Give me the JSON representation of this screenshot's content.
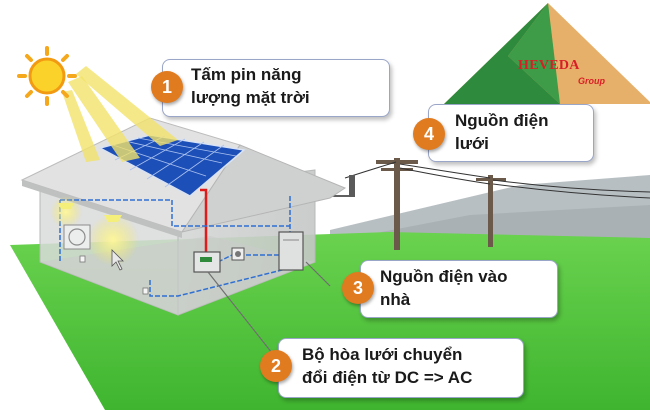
{
  "callouts": [
    {
      "number": "1",
      "line1": "Tấm pin năng",
      "line2": "lượng mặt trời"
    },
    {
      "number": "2",
      "line1": "Bộ hòa lưới chuyển",
      "line2": "đổi điện từ DC => AC"
    },
    {
      "number": "3",
      "line1": "Nguồn điện vào",
      "line2": "nhà"
    },
    {
      "number": "4",
      "line1": "Nguồn điện",
      "line2": "lưới"
    }
  ],
  "logo": {
    "brand": "HEVEDA",
    "sub": "Group"
  },
  "colors": {
    "badge": "#e07b1f",
    "grass": "#4cc23a",
    "roof": "#d7d7d7",
    "panel": "#1d4fb8",
    "wire": "#2f6fd3",
    "dc_wire": "#e01b1b",
    "logo_green": "#2e8a3c",
    "logo_tan": "#e7b06a"
  },
  "icons": [
    "sun-icon",
    "solar-panel-icon",
    "inverter-icon",
    "meter-icon",
    "distribution-panel-icon",
    "power-pole-icon",
    "lamp-icon",
    "air-conditioner-icon"
  ]
}
